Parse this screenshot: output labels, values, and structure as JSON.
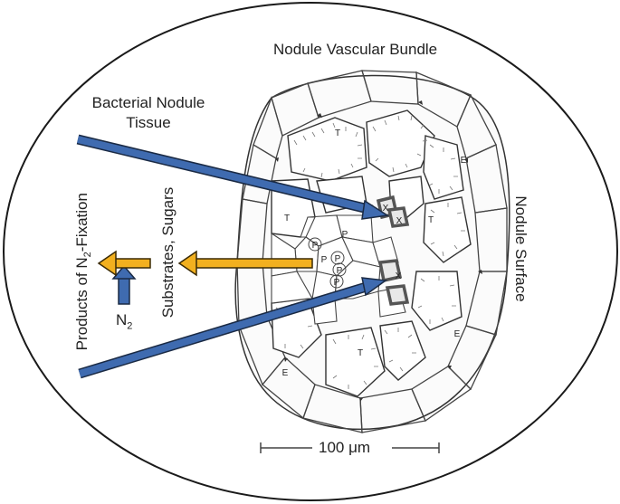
{
  "labels": {
    "vascular_bundle": "Nodule Vascular Bundle",
    "bacterial_tissue_line1": "Bacterial Nodule",
    "bacterial_tissue_line2": "Tissue",
    "nodule_surface": "Nodule Surface",
    "substrates": "Substrates, Sugars",
    "products_prefix": "Products of N",
    "products_sub": "2",
    "products_suffix": "-Fixation",
    "n2_main": "N",
    "n2_sub": "2",
    "scale": "100 μm"
  },
  "cell_letters": {
    "T": "T",
    "E": "E",
    "X": "X",
    "P": "P"
  },
  "colors": {
    "blue_arrow": "#3f6bb0",
    "orange_arrow": "#f2b01f",
    "outline": "#1a1a1a",
    "xylem": "#555555"
  }
}
